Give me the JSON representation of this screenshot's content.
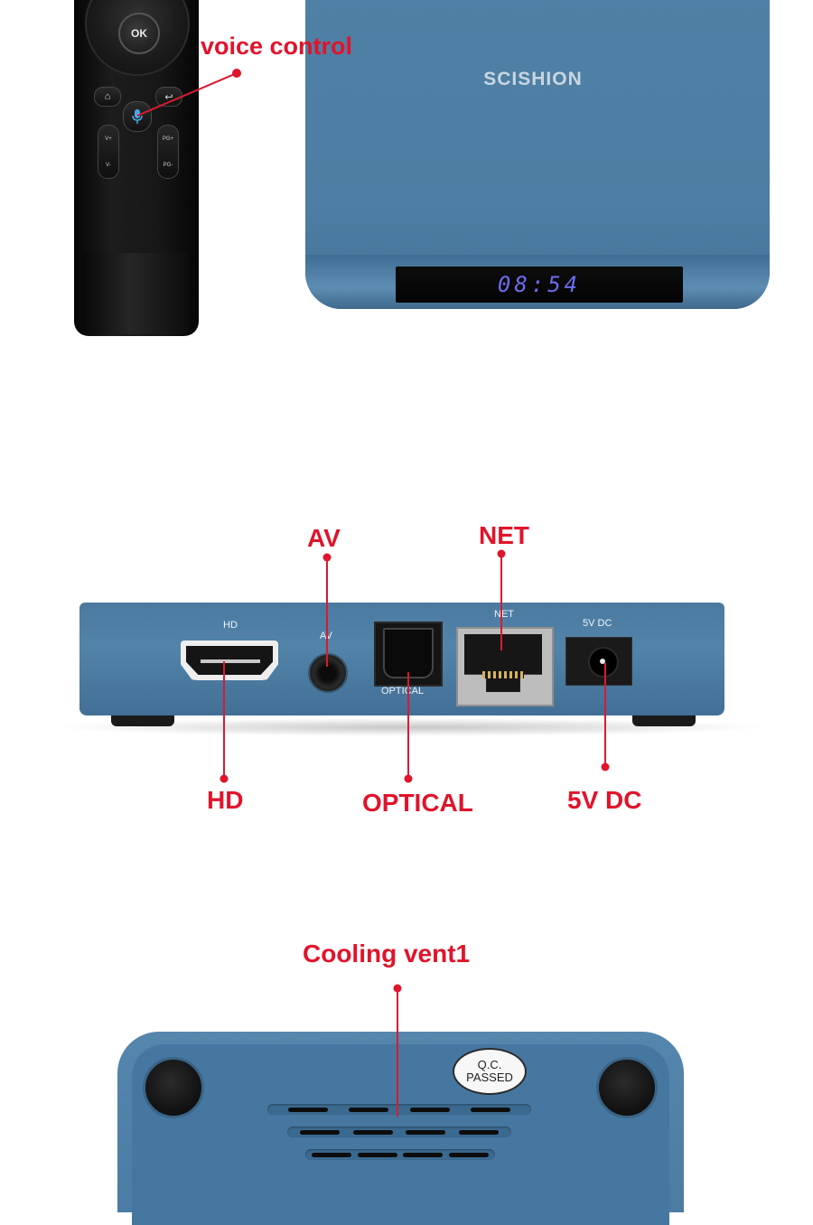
{
  "remote": {
    "ok_label": "OK",
    "vol_up": "V+",
    "vol_down": "V-",
    "page_up": "PG+",
    "page_down": "PG-"
  },
  "box": {
    "brand": "SCISHION",
    "display_time": "08:54"
  },
  "callouts": {
    "voice_control": "voice control",
    "av": "AV",
    "net": "NET",
    "hd": "HD",
    "optical": "OPTICAL",
    "dc": "5V DC",
    "cooling_vent": "Cooling vent1"
  },
  "ports": {
    "hd_label": "HD",
    "av_label": "AV",
    "optical_label": "OPTICAL",
    "net_label": "NET",
    "dc_label": "5V DC"
  },
  "bottom": {
    "qc_line1": "Q.C.",
    "qc_line2": "PASSED"
  },
  "colors": {
    "callout_red": "#e0142b",
    "box_blue": "#4d7da2",
    "display_blue": "#6b6df0"
  }
}
